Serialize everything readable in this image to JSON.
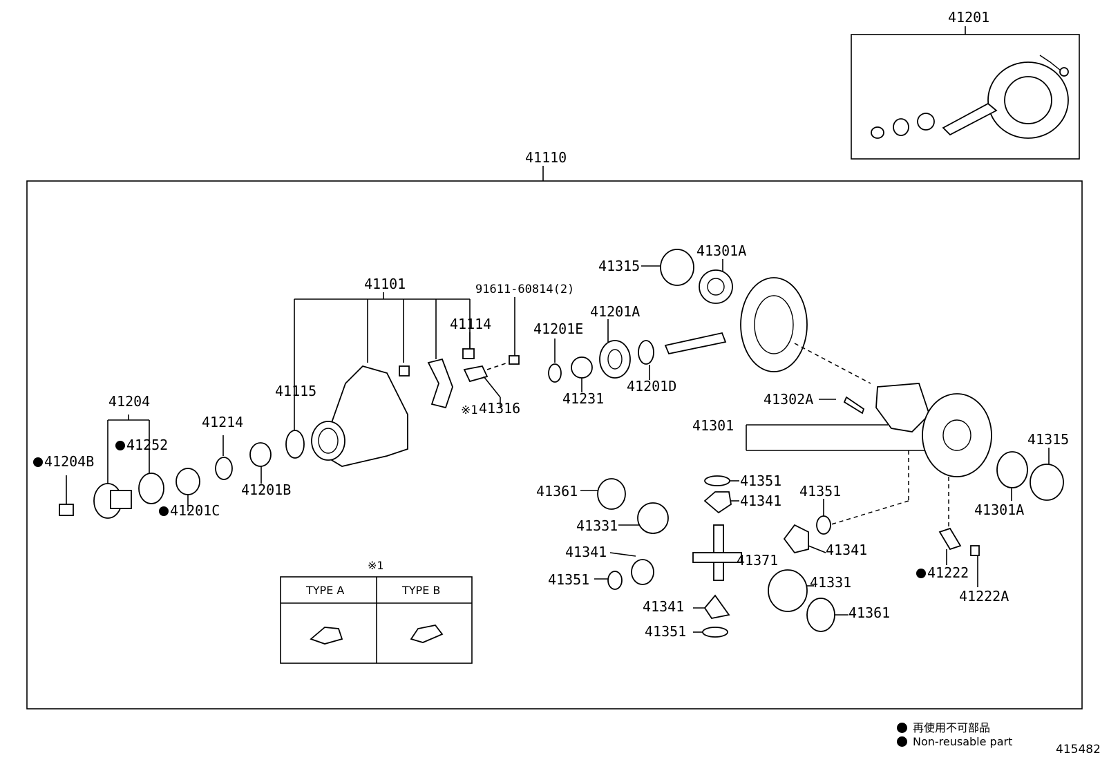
{
  "labels": {
    "41201_top": "41201",
    "41110": "41110",
    "41101": "41101",
    "91611": "91611-60814(2)",
    "41114": "41114",
    "41115": "41115",
    "41316": "41316",
    "41316_mark": "※1",
    "41204": "41204",
    "41252": "41252",
    "41204B": "41204B",
    "41201C": "41201C",
    "41214": "41214",
    "41201B": "41201B",
    "41201E": "41201E",
    "41231": "41231",
    "41201A": "41201A",
    "41201D": "41201D",
    "41315_top": "41315",
    "41301A_top": "41301A",
    "41302A": "41302A",
    "41301": "41301",
    "41315_right": "41315",
    "41301A_right": "41301A",
    "41222": "41222",
    "41222A": "41222A",
    "41361_left": "41361",
    "41331_left": "41331",
    "41341_left": "41341",
    "41351_left": "41351",
    "41351_top": "41351",
    "41341_top": "41341",
    "41371": "41371",
    "41341_bottom": "41341",
    "41351_bottom": "41351",
    "41351_mid": "41351",
    "41341_mid": "41341",
    "41331_right": "41331",
    "41361_right": "41361"
  },
  "type_table": {
    "note_mark": "※1",
    "type_a": "TYPE A",
    "type_b": "TYPE B"
  },
  "legend": {
    "japanese": "再使用不可部品",
    "english": "Non-reusable part"
  },
  "diagram_id": "415482"
}
